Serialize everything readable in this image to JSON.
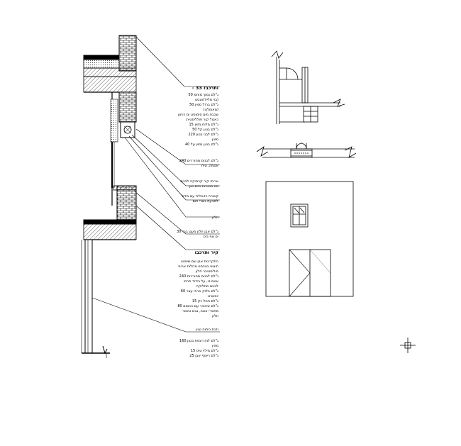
{
  "drawing": {
    "section_labels": [
      {
        "id": "roof-header",
        "text": "- ותרכבז  33",
        "kind": "header"
      },
      {
        "id": "roof-1",
        "text": "ג\"לם נמוך מוחמ 50",
        "kind": "line"
      },
      {
        "id": "roof-2",
        "text": "בוי מלייד/ווגסט)",
        "kind": "line"
      },
      {
        "id": "roof-3",
        "text": "ג\"לם ברזל מזוין 50",
        "kind": "line"
      },
      {
        "id": "roof-4",
        "text": "(מאוזולוג)",
        "kind": "line"
      },
      {
        "id": "roof-5",
        "text": "שכבת מים סימוסט ים רוחע",
        "kind": "line"
      },
      {
        "id": "roof-6",
        "text": "כאטל קור פולליסטירן",
        "kind": "line"
      },
      {
        "id": "roof-7",
        "text": "ג\"לם מלוח מזוין 15",
        "kind": "line"
      },
      {
        "id": "roof-8",
        "text": "ג\"לם בטון קל 50",
        "kind": "line"
      },
      {
        "id": "roof-9",
        "text": "ג\"לם לבני בטון 220",
        "kind": "line"
      },
      {
        "id": "roof-10",
        "text": "מזוין",
        "kind": "line"
      },
      {
        "id": "roof-11",
        "text": "ג\"לם בטון מזוין על 40",
        "kind": "line"
      },
      {
        "id": "wall-1",
        "text": "240 ג\"לם לבנים מחוררים",
        "kind": "line"
      },
      {
        "id": "wall-2",
        "text": "אטמה, טיח",
        "kind": "line"
      },
      {
        "id": "window-1",
        "text": "אריחי קיר קרמיקה לבנים",
        "kind": "line"
      },
      {
        "id": "window-2",
        "text": "פס בטיחות סיים טון",
        "kind": "line"
      },
      {
        "id": "sill-1",
        "text": "קשירה ויזואלית עם בידוד",
        "kind": "line"
      },
      {
        "id": "sill-2",
        "text": "למניעת גשרי חום",
        "kind": "line"
      },
      {
        "id": "lintel-1",
        "text": "חלון",
        "kind": "line"
      },
      {
        "id": "slab-1",
        "text": "ג\"לם אבן חלון מעגן בגר 30",
        "kind": "line"
      },
      {
        "id": "slab-2",
        "text": "ים אף ביס",
        "kind": "line"
      },
      {
        "id": "wall-header",
        "text": "קיר ותרכבו",
        "kind": "header"
      },
      {
        "id": "wall-h1",
        "text": "התקרבות אבן שם שימוש",
        "kind": "line"
      },
      {
        "id": "wall-h2",
        "text": "חיצוני בטכסט מהלוח ארוס",
        "kind": "line"
      },
      {
        "id": "wall-h3",
        "text": "פוליסטיבר חלון",
        "kind": "line"
      },
      {
        "id": "wall-h4",
        "text": "240 ג\"לם לבנים מחוררות",
        "kind": "line"
      },
      {
        "id": "wall-h5",
        "text": "אטם זג, על בידוד תרמי",
        "kind": "line"
      },
      {
        "id": "wall-h6",
        "text": "לבנים מחלוקה",
        "kind": "line"
      },
      {
        "id": "wall-h7",
        "text": "ג\"לם בלוק ארוזי עצר 60",
        "kind": "line"
      },
      {
        "id": "wall-h8",
        "text": "יוסטרט",
        "kind": "line"
      },
      {
        "id": "wall-h9",
        "text": "ג\"לם תחל ויק 15",
        "kind": "line"
      },
      {
        "id": "wall-h10",
        "text": "ג\"לם שיכוכר עם הכוסם 80",
        "kind": "line"
      },
      {
        "id": "wall-h11",
        "text": "מחסרי אוגני, גבש טיטסי",
        "kind": "line"
      },
      {
        "id": "wall-h12",
        "text": "חלון",
        "kind": "line"
      },
      {
        "id": "floor-1",
        "text": "ודנת כיתוח טגין",
        "kind": "line"
      },
      {
        "id": "floor-2",
        "text": "ג\"לם לוח רצפת בטון 160",
        "kind": "line"
      },
      {
        "id": "floor-3",
        "text": "מזוין",
        "kind": "line"
      },
      {
        "id": "floor-4",
        "text": "ג\"לם מילוי טיט 15",
        "kind": "line"
      },
      {
        "id": "floor-5",
        "text": "ג\"לם ריצוף אבן 25",
        "kind": "line"
      }
    ]
  }
}
